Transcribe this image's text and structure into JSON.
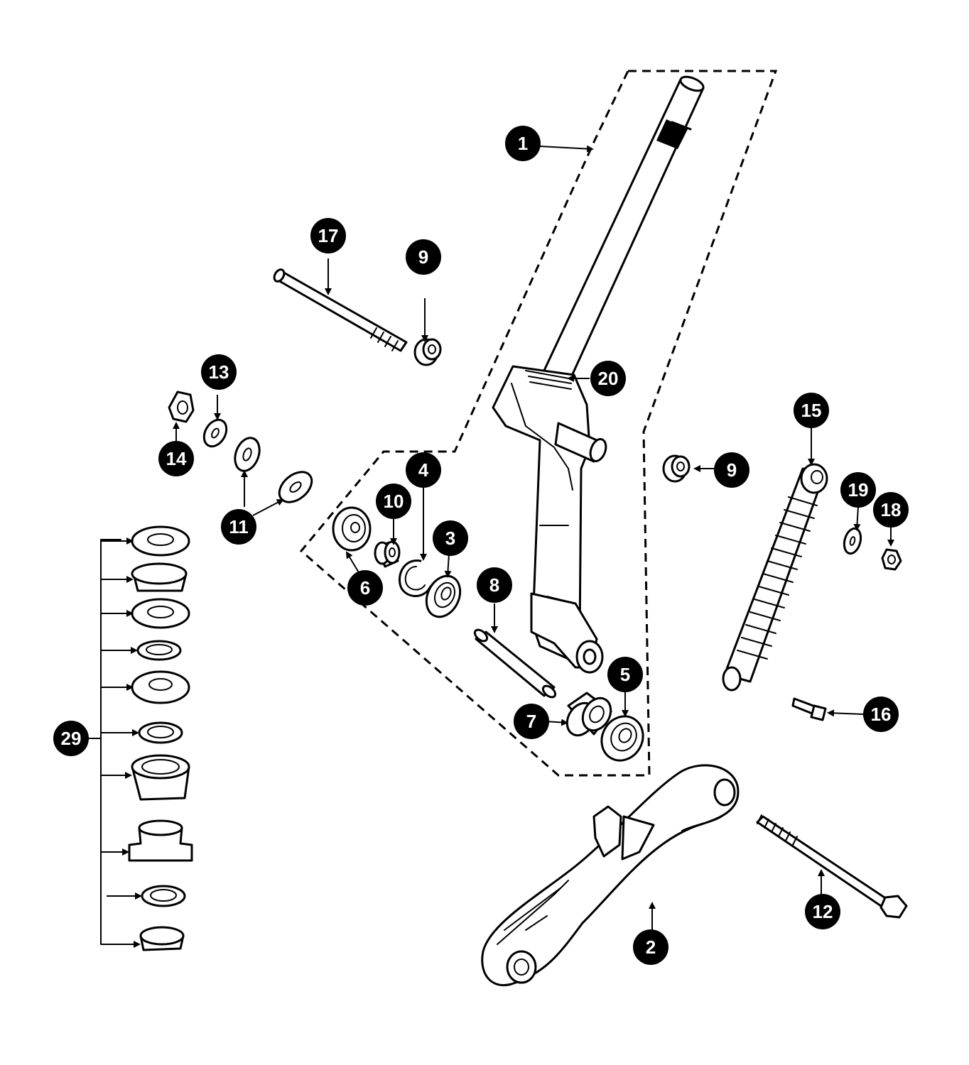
{
  "callouts": {
    "c1": "1",
    "c2": "2",
    "c3": "3",
    "c4": "4",
    "c5": "5",
    "c6": "6",
    "c7": "7",
    "c8": "8",
    "c9a": "9",
    "c9b": "9",
    "c10": "10",
    "c11": "11",
    "c12": "12",
    "c13": "13",
    "c14": "14",
    "c15": "15",
    "c16": "16",
    "c17": "17",
    "c18": "18",
    "c19": "19",
    "c20": "20",
    "c29": "29"
  }
}
